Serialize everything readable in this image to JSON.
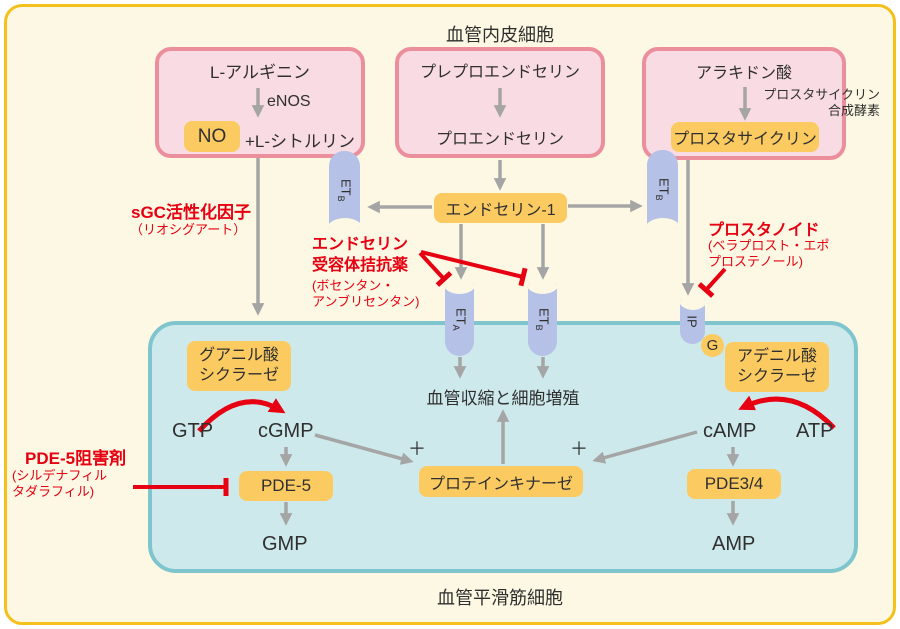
{
  "colors": {
    "background": "#fdf8e3",
    "frame_border": "#f3c01c",
    "pink_fill": "#f9dce3",
    "pink_border": "#ec8f9d",
    "orange": "#fbcb62",
    "pill_blue": "#b5c1e6",
    "teal_fill": "#cde9ec",
    "teal_border": "#7fc5cd",
    "arrow_gray": "#a5a5a5",
    "inhibit_red": "#e60012"
  },
  "labels": {
    "endothelial_cell": "血管内皮細胞",
    "smooth_muscle_cell": "血管平滑筋細胞",
    "vasoconstriction": "血管収縮と細胞増殖",
    "plus_left": "＋",
    "plus_right": "＋"
  },
  "no_pathway": {
    "l_arginine": "L-アルギニン",
    "enos": "eNOS",
    "no": "NO",
    "l_citrulline": "+L-シトルリン"
  },
  "endothelin_pathway": {
    "preproendothelin": "プレプロエンドセリン",
    "proendothelin": "プロエンドセリン",
    "endothelin1": "エンドセリン-1"
  },
  "prostacyclin_pathway": {
    "arachidonic_acid": "アラキドン酸",
    "synthase_line1": "プロスタサイクリン",
    "synthase_line2": "合成酵素",
    "prostacyclin": "プロスタサイクリン"
  },
  "receptors": {
    "etb_endo_left": {
      "main": "ET",
      "sub": "B"
    },
    "etb_endo_right": {
      "main": "ET",
      "sub": "B"
    },
    "eta_sm": {
      "main": "ET",
      "sub": "A"
    },
    "etb_sm": {
      "main": "ET",
      "sub": "B"
    },
    "ip": {
      "main": "IP",
      "sub": ""
    },
    "g_protein": "G"
  },
  "drugs": {
    "sgc_activator": {
      "name": "sGC活性化因子",
      "detail": "（リオシグアート）"
    },
    "era": {
      "name_line1": "エンドセリン",
      "name_line2": "受容体拮抗薬",
      "detail_line1": "(ボセンタン・",
      "detail_line2": "アンブリセンタン)"
    },
    "prostanoid": {
      "name": "プロスタノイド",
      "detail_line1": "(ベラプロスト・エポ",
      "detail_line2": "プロステノール)"
    },
    "pde5_inhibitor": {
      "name": "PDE-5阻害剤",
      "detail_line1": "(シルデナフィル",
      "detail_line2": "タダラフィル)"
    }
  },
  "smooth_muscle": {
    "guanylate_cyclase_line1": "グアニル酸",
    "guanylate_cyclase_line2": "シクラーゼ",
    "gtp": "GTP",
    "cgmp": "cGMP",
    "pde5": "PDE-5",
    "gmp": "GMP",
    "protein_kinase": "プロテインキナーゼ",
    "adenylate_cyclase_line1": "アデニル酸",
    "adenylate_cyclase_line2": "シクラーゼ",
    "camp": "cAMP",
    "atp": "ATP",
    "pde34": "PDE3/4",
    "amp": "AMP"
  }
}
